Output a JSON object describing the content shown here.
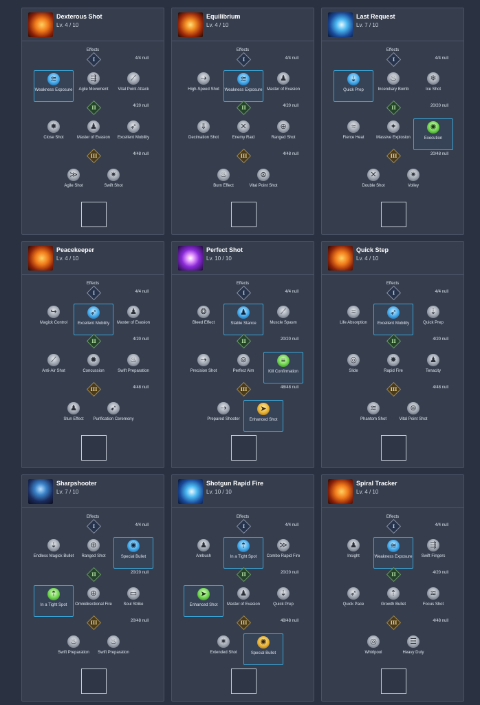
{
  "effects_label": "Effects",
  "tier_symbols": [
    "I",
    "II",
    "III"
  ],
  "cards": [
    {
      "name": "Dexterous Shot",
      "level": "Lv.   4 / 10",
      "icon": "dexterous-shot-icon",
      "theme": "fire",
      "tiers": [
        {
          "count": "4/4 null",
          "nodes": [
            {
              "label": "Weakness Exposure",
              "icon": "weakness-exposure-icon",
              "selected": true,
              "glyph": "≋",
              "color": "blue"
            },
            {
              "label": "Agile Movement",
              "icon": "agile-movement-icon",
              "selected": false,
              "glyph": "⇶",
              "color": "grey"
            },
            {
              "label": "Vital Point Attack",
              "icon": "vital-point-attack-icon",
              "selected": false,
              "glyph": "⟋",
              "color": "grey"
            }
          ]
        },
        {
          "count": "4/20 null",
          "nodes": [
            {
              "label": "Close Shot",
              "icon": "close-shot-icon",
              "selected": false,
              "glyph": "✸",
              "color": "grey"
            },
            {
              "label": "Master of Evasion",
              "icon": "master-of-evasion-icon",
              "selected": false,
              "glyph": "♟",
              "color": "grey"
            },
            {
              "label": "Excellent Mobility",
              "icon": "excellent-mobility-icon",
              "selected": false,
              "glyph": "➶",
              "color": "grey"
            }
          ]
        },
        {
          "count": "4/48 null",
          "nodes": [
            {
              "label": "Agile Shot",
              "icon": "agile-shot-icon",
              "selected": false,
              "glyph": "≫",
              "color": "grey"
            },
            {
              "label": "Swift Shot",
              "icon": "swift-shot-icon",
              "selected": false,
              "glyph": "✷",
              "color": "grey"
            }
          ]
        }
      ]
    },
    {
      "name": "Equilibrium",
      "level": "Lv.   4 / 10",
      "icon": "equilibrium-icon",
      "theme": "fire-x",
      "tiers": [
        {
          "count": "4/4 null",
          "nodes": [
            {
              "label": "High-Speed Shot",
              "icon": "high-speed-shot-icon",
              "selected": false,
              "glyph": "⇢",
              "color": "grey"
            },
            {
              "label": "Weakness Exposure",
              "icon": "weakness-exposure-icon",
              "selected": true,
              "glyph": "≋",
              "color": "blue"
            },
            {
              "label": "Master of Evasion",
              "icon": "master-of-evasion-icon",
              "selected": false,
              "glyph": "♟",
              "color": "grey"
            }
          ]
        },
        {
          "count": "4/20 null",
          "nodes": [
            {
              "label": "Decimation Shot",
              "icon": "decimation-shot-icon",
              "selected": false,
              "glyph": "⇓",
              "color": "grey"
            },
            {
              "label": "Enemy Raid",
              "icon": "enemy-raid-icon",
              "selected": false,
              "glyph": "✕",
              "color": "grey"
            },
            {
              "label": "Ranged Shot",
              "icon": "ranged-shot-icon",
              "selected": false,
              "glyph": "⊕",
              "color": "grey"
            }
          ]
        },
        {
          "count": "4/48 null",
          "nodes": [
            {
              "label": "Burn Effect",
              "icon": "burn-effect-icon",
              "selected": false,
              "glyph": "♨",
              "color": "grey"
            },
            {
              "label": "Vital Point Shot",
              "icon": "vital-point-shot-icon",
              "selected": false,
              "glyph": "⊛",
              "color": "grey"
            }
          ]
        }
      ]
    },
    {
      "name": "Last Request",
      "level": "Lv.   7 / 10",
      "icon": "last-request-icon",
      "theme": "blue",
      "tiers": [
        {
          "count": "4/4 null",
          "nodes": [
            {
              "label": "Quick Prep",
              "icon": "quick-prep-icon",
              "selected": true,
              "glyph": "⇣",
              "color": "blue"
            },
            {
              "label": "Incendiary Bomb",
              "icon": "incendiary-bomb-icon",
              "selected": false,
              "glyph": "♨",
              "color": "grey"
            },
            {
              "label": "Ice Shot",
              "icon": "ice-shot-icon",
              "selected": false,
              "glyph": "❄",
              "color": "grey"
            }
          ]
        },
        {
          "count": "20/20 null",
          "nodes": [
            {
              "label": "Fierce Heat",
              "icon": "fierce-heat-icon",
              "selected": false,
              "glyph": "≈",
              "color": "grey"
            },
            {
              "label": "Massive Explosion",
              "icon": "massive-explosion-icon",
              "selected": false,
              "glyph": "✦",
              "color": "grey"
            },
            {
              "label": "Execution",
              "icon": "execution-icon",
              "selected": true,
              "glyph": "✺",
              "color": "green"
            }
          ]
        },
        {
          "count": "20/48 null",
          "nodes": [
            {
              "label": "Double Shot",
              "icon": "double-shot-icon",
              "selected": false,
              "glyph": "✕",
              "color": "grey"
            },
            {
              "label": "Volley",
              "icon": "volley-icon",
              "selected": false,
              "glyph": "✷",
              "color": "grey"
            }
          ]
        }
      ]
    },
    {
      "name": "Peacekeeper",
      "level": "Lv.   4 / 10",
      "icon": "peacekeeper-icon",
      "theme": "fire",
      "tiers": [
        {
          "count": "4/4 null",
          "nodes": [
            {
              "label": "Magick Control",
              "icon": "magick-control-icon",
              "selected": false,
              "glyph": "↪",
              "color": "grey"
            },
            {
              "label": "Excellent Mobility",
              "icon": "excellent-mobility-icon",
              "selected": true,
              "glyph": "➶",
              "color": "blue"
            },
            {
              "label": "Master of Evasion",
              "icon": "master-of-evasion-icon",
              "selected": false,
              "glyph": "♟",
              "color": "grey"
            }
          ]
        },
        {
          "count": "4/20 null",
          "nodes": [
            {
              "label": "Anti-Air Shot",
              "icon": "anti-air-shot-icon",
              "selected": false,
              "glyph": "⟋",
              "color": "grey"
            },
            {
              "label": "Concussion",
              "icon": "concussion-icon",
              "selected": false,
              "glyph": "✹",
              "color": "grey"
            },
            {
              "label": "Swift Preparation",
              "icon": "swift-preparation-icon",
              "selected": false,
              "glyph": "♨",
              "color": "grey"
            }
          ]
        },
        {
          "count": "4/48 null",
          "nodes": [
            {
              "label": "Stun Effect",
              "icon": "stun-effect-icon",
              "selected": false,
              "glyph": "♟",
              "color": "grey"
            },
            {
              "label": "Purification Ceremony",
              "icon": "purification-ceremony-icon",
              "selected": false,
              "glyph": "➹",
              "color": "grey"
            }
          ]
        }
      ]
    },
    {
      "name": "Perfect Shot",
      "level": "Lv.   10 / 10",
      "icon": "perfect-shot-icon",
      "theme": "purple",
      "tiers": [
        {
          "count": "4/4 null",
          "nodes": [
            {
              "label": "Bleed Effect",
              "icon": "bleed-effect-icon",
              "selected": false,
              "glyph": "❂",
              "color": "grey"
            },
            {
              "label": "Stable Stance",
              "icon": "stable-stance-icon",
              "selected": true,
              "glyph": "♟",
              "color": "blue"
            },
            {
              "label": "Muscle Spasm",
              "icon": "muscle-spasm-icon",
              "selected": false,
              "glyph": "⟋",
              "color": "grey"
            }
          ]
        },
        {
          "count": "20/20 null",
          "nodes": [
            {
              "label": "Precision Shot",
              "icon": "precision-shot-icon",
              "selected": false,
              "glyph": "⇢",
              "color": "grey"
            },
            {
              "label": "Perfect Aim",
              "icon": "perfect-aim-icon",
              "selected": false,
              "glyph": "⊚",
              "color": "grey"
            },
            {
              "label": "Kill Confirmation",
              "icon": "kill-confirmation-icon",
              "selected": true,
              "glyph": "≡",
              "color": "green"
            }
          ]
        },
        {
          "count": "48/48 null",
          "nodes": [
            {
              "label": "Prepared Shooter",
              "icon": "prepared-shooter-icon",
              "selected": false,
              "glyph": "⇢",
              "color": "grey"
            },
            {
              "label": "Enhanced Shot",
              "icon": "enhanced-shot-icon",
              "selected": true,
              "glyph": "➤",
              "color": "gold"
            }
          ]
        }
      ]
    },
    {
      "name": "Quick Step",
      "level": "Lv.   4 / 10",
      "icon": "quick-step-icon",
      "theme": "fire",
      "tiers": [
        {
          "count": "4/4 null",
          "nodes": [
            {
              "label": "Life Absorption",
              "icon": "life-absorption-icon",
              "selected": false,
              "glyph": "≈",
              "color": "grey"
            },
            {
              "label": "Excellent Mobility",
              "icon": "excellent-mobility-icon",
              "selected": true,
              "glyph": "➶",
              "color": "blue"
            },
            {
              "label": "Quick Prep",
              "icon": "quick-prep-icon",
              "selected": false,
              "glyph": "⇣",
              "color": "grey"
            }
          ]
        },
        {
          "count": "4/20 null",
          "nodes": [
            {
              "label": "Slide",
              "icon": "slide-icon",
              "selected": false,
              "glyph": "◎",
              "color": "grey"
            },
            {
              "label": "Rapid Fire",
              "icon": "rapid-fire-icon",
              "selected": false,
              "glyph": "✸",
              "color": "grey"
            },
            {
              "label": "Tenacity",
              "icon": "tenacity-icon",
              "selected": false,
              "glyph": "♟",
              "color": "grey"
            }
          ]
        },
        {
          "count": "4/48 null",
          "nodes": [
            {
              "label": "Phantom Shot",
              "icon": "phantom-shot-icon",
              "selected": false,
              "glyph": "≋",
              "color": "grey"
            },
            {
              "label": "Vital Point Shot",
              "icon": "vital-point-shot-icon",
              "selected": false,
              "glyph": "⊛",
              "color": "grey"
            }
          ]
        }
      ]
    },
    {
      "name": "Sharpshooter",
      "level": "Lv.   7 / 10",
      "icon": "sharpshooter-icon",
      "theme": "blue-dark",
      "tiers": [
        {
          "count": "4/4 null",
          "nodes": [
            {
              "label": "Endless Magick Bullet",
              "icon": "endless-magick-bullet-icon",
              "selected": false,
              "glyph": "⇣",
              "color": "grey"
            },
            {
              "label": "Ranged Shot",
              "icon": "ranged-shot-icon",
              "selected": false,
              "glyph": "⊕",
              "color": "grey"
            },
            {
              "label": "Special Bullet",
              "icon": "special-bullet-icon",
              "selected": true,
              "glyph": "✺",
              "color": "blue"
            }
          ]
        },
        {
          "count": "20/20 null",
          "nodes": [
            {
              "label": "In a Tight Spot",
              "icon": "in-a-tight-spot-icon",
              "selected": true,
              "glyph": "⇡",
              "color": "green"
            },
            {
              "label": "Omnidirectional Fire",
              "icon": "omnidirectional-fire-icon",
              "selected": false,
              "glyph": "⊕",
              "color": "grey"
            },
            {
              "label": "Soul Strike",
              "icon": "soul-strike-icon",
              "selected": false,
              "glyph": "▭",
              "color": "grey"
            }
          ]
        },
        {
          "count": "20/48 null",
          "nodes": [
            {
              "label": "Swift Preparation",
              "icon": "swift-preparation-icon",
              "selected": false,
              "glyph": "♨",
              "color": "grey"
            },
            {
              "label": "Swift Preparation",
              "icon": "swift-preparation-icon",
              "selected": false,
              "glyph": "♨",
              "color": "grey"
            }
          ]
        }
      ]
    },
    {
      "name": "Shotgun Rapid Fire",
      "level": "Lv.   10 / 10",
      "icon": "shotgun-rapid-fire-icon",
      "theme": "blue",
      "tiers": [
        {
          "count": "4/4 null",
          "nodes": [
            {
              "label": "Ambush",
              "icon": "ambush-icon",
              "selected": false,
              "glyph": "♟",
              "color": "grey"
            },
            {
              "label": "In a Tight Spot",
              "icon": "in-a-tight-spot-icon",
              "selected": true,
              "glyph": "⇡",
              "color": "blue"
            },
            {
              "label": "Combo Rapid Fire",
              "icon": "combo-rapid-fire-icon",
              "selected": false,
              "glyph": "≫",
              "color": "grey"
            }
          ]
        },
        {
          "count": "20/20 null",
          "nodes": [
            {
              "label": "Enhanced Shot",
              "icon": "enhanced-shot-icon",
              "selected": true,
              "glyph": "➤",
              "color": "green"
            },
            {
              "label": "Master of Evasion",
              "icon": "master-of-evasion-icon",
              "selected": false,
              "glyph": "♟",
              "color": "grey"
            },
            {
              "label": "Quick Prep",
              "icon": "quick-prep-icon",
              "selected": false,
              "glyph": "⇣",
              "color": "grey"
            }
          ]
        },
        {
          "count": "48/48 null",
          "nodes": [
            {
              "label": "Extended Shot",
              "icon": "extended-shot-icon",
              "selected": false,
              "glyph": "✷",
              "color": "grey"
            },
            {
              "label": "Special Bullet",
              "icon": "special-bullet-icon",
              "selected": true,
              "glyph": "✺",
              "color": "gold"
            }
          ]
        }
      ]
    },
    {
      "name": "Spiral Tracker",
      "level": "Lv.   4 / 10",
      "icon": "spiral-tracker-icon",
      "theme": "fire",
      "tiers": [
        {
          "count": "4/4 null",
          "nodes": [
            {
              "label": "Insight",
              "icon": "insight-icon",
              "selected": false,
              "glyph": "♟",
              "color": "grey"
            },
            {
              "label": "Weakness Exposure",
              "icon": "weakness-exposure-icon",
              "selected": true,
              "glyph": "≋",
              "color": "blue"
            },
            {
              "label": "Swift Fingers",
              "icon": "swift-fingers-icon",
              "selected": false,
              "glyph": "⇶",
              "color": "grey"
            }
          ]
        },
        {
          "count": "4/20 null",
          "nodes": [
            {
              "label": "Quick Pace",
              "icon": "quick-pace-icon",
              "selected": false,
              "glyph": "➶",
              "color": "grey"
            },
            {
              "label": "Growth Bullet",
              "icon": "growth-bullet-icon",
              "selected": false,
              "glyph": "⇡",
              "color": "grey"
            },
            {
              "label": "Focus Shot",
              "icon": "focus-shot-icon",
              "selected": false,
              "glyph": "≋",
              "color": "grey"
            }
          ]
        },
        {
          "count": "4/48 null",
          "nodes": [
            {
              "label": "Whirlpool",
              "icon": "whirlpool-icon",
              "selected": false,
              "glyph": "◎",
              "color": "grey"
            },
            {
              "label": "Heavy Duty",
              "icon": "heavy-duty-icon",
              "selected": false,
              "glyph": "☰",
              "color": "grey"
            }
          ]
        }
      ]
    }
  ]
}
